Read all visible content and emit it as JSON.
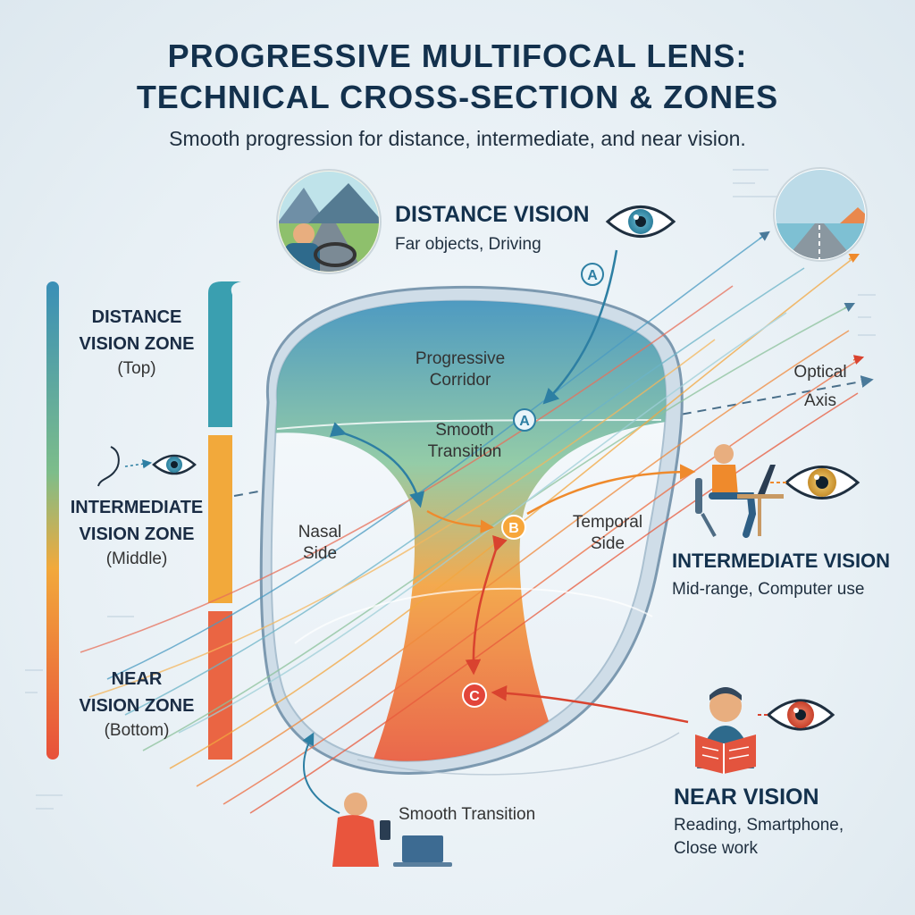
{
  "header": {
    "title_line1": "PROGRESSIVE MULTIFOCAL LENS:",
    "title_line2": "TECHNICAL CROSS-SECTION & ZONES",
    "subtitle": "Smooth progression for distance, intermediate, and near vision."
  },
  "zones": {
    "distance": {
      "line1": "DISTANCE",
      "line2": "VISION ZONE",
      "sub": "(Top)"
    },
    "intermediate": {
      "line1": "INTERMEDIATE",
      "line2": "VISION ZONE",
      "sub": "(Middle)"
    },
    "near": {
      "line1": "NEAR",
      "line2": "VISION ZONE",
      "sub": "(Bottom)"
    }
  },
  "vision": {
    "distance": {
      "title": "DISTANCE VISION",
      "desc": "Far objects, Driving"
    },
    "intermediate": {
      "title": "INTERMEDIATE VISION",
      "desc": "Mid-range, Computer use"
    },
    "near": {
      "title": "NEAR VISION",
      "desc_line1": "Reading, Smartphone,",
      "desc_line2": "Close work"
    }
  },
  "lens": {
    "corridor_line1": "Progressive",
    "corridor_line2": "Corridor",
    "transition_line1": "Smooth",
    "transition_line2": "Transition",
    "nasal_line1": "Nasal",
    "nasal_line2": "Side",
    "temporal_line1": "Temporal",
    "temporal_line2": "Side",
    "optical_line1": "Optical",
    "optical_line2": "Axis",
    "bottom_transition": "Smooth Transition"
  },
  "markers": {
    "a": "A",
    "b": "B",
    "c": "C"
  },
  "colors": {
    "distance": "#3a8fb7",
    "intermediate": "#f2a93b",
    "near": "#e8503a",
    "title": "#13314d"
  }
}
